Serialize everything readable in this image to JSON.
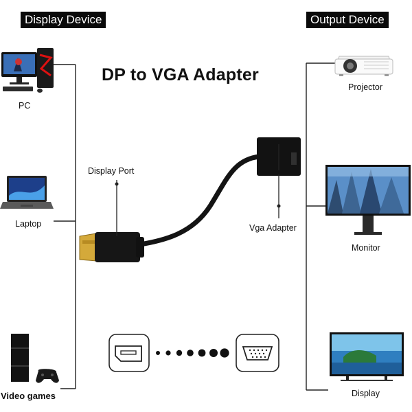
{
  "title": "DP to VGA Adapter",
  "left_panel": {
    "header": "Display Device",
    "devices": [
      {
        "label": "PC",
        "icon": "pc-icon"
      },
      {
        "label": "Laptop",
        "icon": "laptop-icon"
      },
      {
        "label": "Video games",
        "icon": "game-console-icon"
      }
    ]
  },
  "right_panel": {
    "header": "Output Device",
    "devices": [
      {
        "label": "Projector",
        "icon": "projector-icon"
      },
      {
        "label": "Monitor",
        "icon": "monitor-icon"
      },
      {
        "label": "Display",
        "icon": "tv-display-icon"
      }
    ]
  },
  "callouts": {
    "display_port": "Display Port",
    "vga_adapter": "Vga Adapter"
  },
  "colors": {
    "cable": "#141414",
    "connector_gold": "#d4a93a",
    "line": "#222222"
  }
}
